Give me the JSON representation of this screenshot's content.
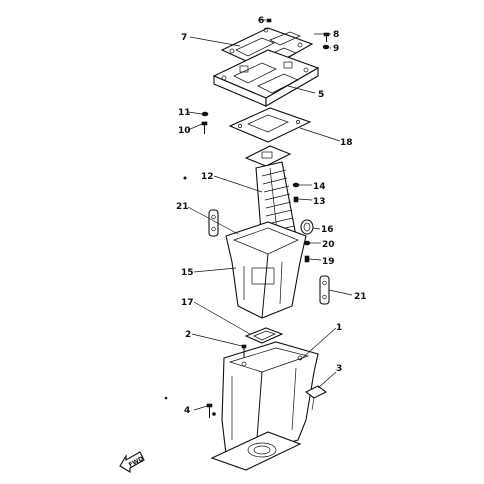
{
  "diagram": {
    "callouts": {
      "c1": "1",
      "c2": "2",
      "c3": "3",
      "c4": "4",
      "c5": "5",
      "c6": "6",
      "c7": "7",
      "c8": "8",
      "c9": "9",
      "c10": "10",
      "c11": "11",
      "c12": "12",
      "c13": "13",
      "c14": "14",
      "c15": "15",
      "c16": "16",
      "c17": "17",
      "c18": "18",
      "c19": "19",
      "c20": "20",
      "c21a": "21",
      "c21b": "21"
    },
    "arrow_label": "FWD"
  }
}
